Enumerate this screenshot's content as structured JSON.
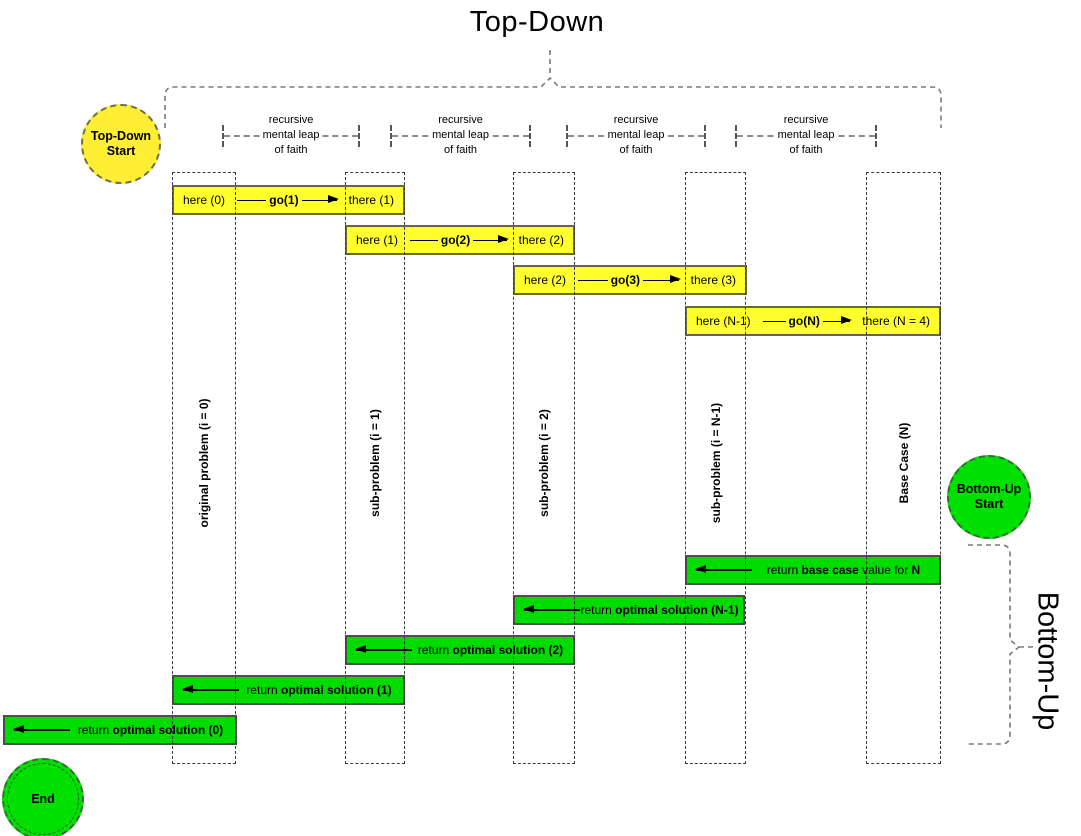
{
  "titles": {
    "top": "Top-Down",
    "bottom": "Bottom-Up"
  },
  "circles": {
    "top_down_start": {
      "line1": "Top-Down",
      "line2": "Start"
    },
    "bottom_up_start": {
      "line1": "Bottom-Up",
      "line2": "Start"
    },
    "end": {
      "label": "End"
    }
  },
  "leap_label": {
    "line1": "recursive",
    "line2": "mental leap",
    "line3": "of faith"
  },
  "lanes": [
    {
      "label": "original problem (i = 0)"
    },
    {
      "label": "sub-problem (i = 1)"
    },
    {
      "label": "sub-problem (i = 2)"
    },
    {
      "label": "sub-problem (i = N-1)"
    },
    {
      "label": "Base Case (N)"
    }
  ],
  "calls": [
    {
      "here": "here (0)",
      "go": "go(1)",
      "there": "there (1)"
    },
    {
      "here": "here (1)",
      "go": "go(2)",
      "there": "there (2)"
    },
    {
      "here": "here (2)",
      "go": "go(3)",
      "there": "there (3)"
    },
    {
      "here": "here (N-1)",
      "go": "go(N)",
      "there": "there (N = 4)"
    }
  ],
  "returns": [
    {
      "pre": "return ",
      "bold": "base case",
      "mid": " value for ",
      "bold2": "N"
    },
    {
      "pre": "return ",
      "bold": "optimal solution (N-1)"
    },
    {
      "pre": "return ",
      "bold": "optimal solution (2)"
    },
    {
      "pre": "return ",
      "bold": "optimal solution (1)"
    },
    {
      "pre": "return ",
      "bold": "optimal solution (0)"
    }
  ],
  "colors": {
    "call_fill": "#ffff2e",
    "return_fill": "#00dc00",
    "start_yellow": "#ffee33",
    "start_green": "#00e000",
    "bracket_gray": "#7a7a7a"
  }
}
